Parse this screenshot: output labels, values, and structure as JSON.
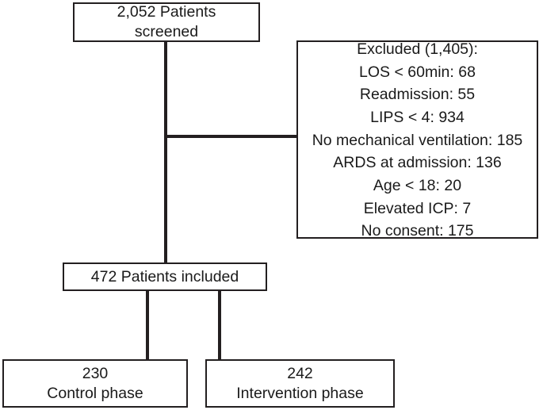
{
  "chart_data": {
    "type": "diagram",
    "subtype": "patient-flow-consort",
    "title": "",
    "nodes": [
      {
        "id": "screened",
        "lines": [
          "2,052 Patients",
          "screened"
        ],
        "count": 2052
      },
      {
        "id": "excluded",
        "lines": [
          "Excluded (1,405):",
          "LOS < 60min: 68",
          "Readmission: 55",
          "LIPS < 4: 934",
          "No mechanical ventilation: 185",
          "ARDS at admission: 136",
          "Age < 18: 20",
          "Elevated ICP: 7",
          "No consent: 175"
        ],
        "count": 1405,
        "reasons": [
          {
            "label": "LOS < 60min",
            "value": 68
          },
          {
            "label": "Readmission",
            "value": 55
          },
          {
            "label": "LIPS < 4",
            "value": 934
          },
          {
            "label": "No mechanical ventilation",
            "value": 185
          },
          {
            "label": "ARDS at admission",
            "value": 136
          },
          {
            "label": "Age < 18",
            "value": 20
          },
          {
            "label": "Elevated ICP",
            "value": 7
          },
          {
            "label": "No consent",
            "value": 175
          }
        ]
      },
      {
        "id": "included",
        "lines": [
          "472 Patients included"
        ],
        "count": 472
      },
      {
        "id": "control",
        "lines": [
          "230",
          "Control phase"
        ],
        "count": 230
      },
      {
        "id": "intervention",
        "lines": [
          "242",
          "Intervention phase"
        ],
        "count": 242
      }
    ],
    "edges": [
      {
        "from": "screened",
        "to": "included"
      },
      {
        "from": "screened",
        "to": "excluded"
      },
      {
        "from": "included",
        "to": "control"
      },
      {
        "from": "included",
        "to": "intervention"
      }
    ],
    "colors": {
      "stroke": "#231f20",
      "background": "#ffffff",
      "text": "#1a1a1a"
    }
  },
  "screened": {
    "line1": "2,052 Patients",
    "line2": "screened"
  },
  "excluded": {
    "header": "Excluded (1,405):",
    "r1": "LOS < 60min: 68",
    "r2": "Readmission: 55",
    "r3": "LIPS < 4: 934",
    "r4": "No mechanical ventilation: 185",
    "r5": "ARDS at admission: 136",
    "r6": "Age < 18: 20",
    "r7": "Elevated ICP: 7",
    "r8": "No consent: 175"
  },
  "included": {
    "line1": "472 Patients included"
  },
  "control": {
    "line1": "230",
    "line2": "Control phase"
  },
  "intervention": {
    "line1": "242",
    "line2": "Intervention phase"
  }
}
